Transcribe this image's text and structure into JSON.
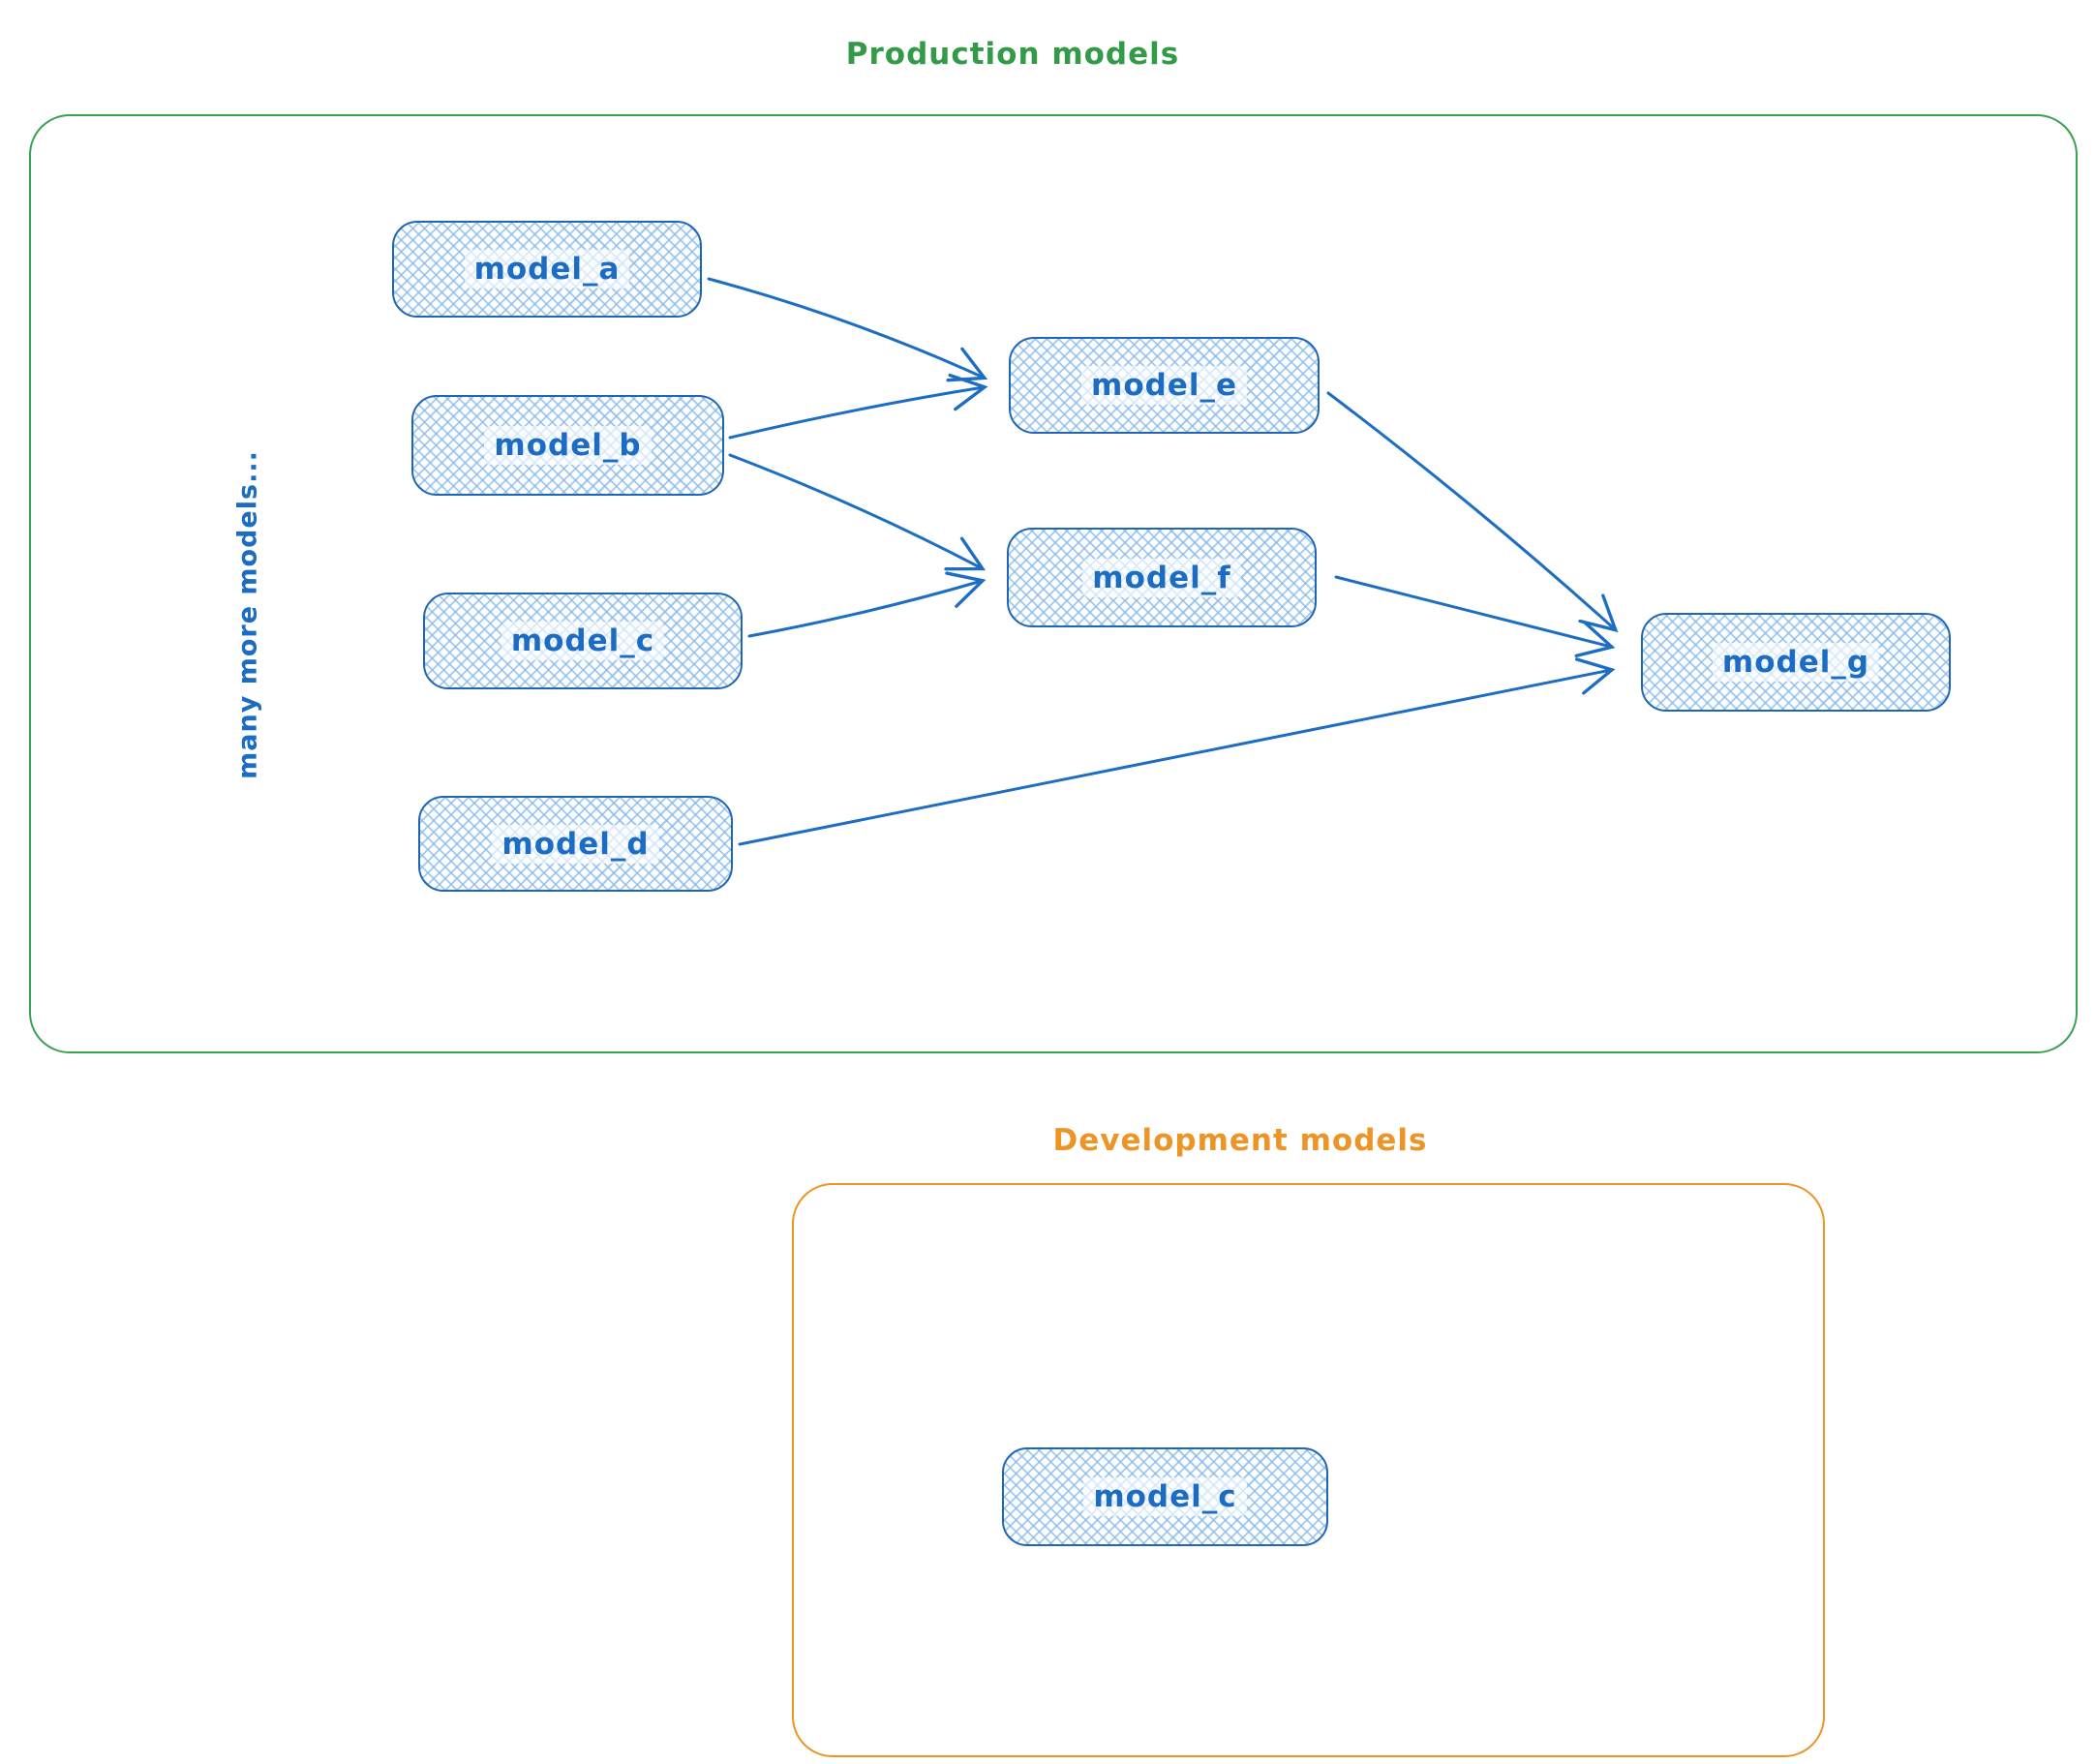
{
  "diagram": {
    "production": {
      "title": "Production models",
      "side_label": "many more models...",
      "nodes": {
        "a": "model_a",
        "b": "model_b",
        "c": "model_c",
        "d": "model_d",
        "e": "model_e",
        "f": "model_f",
        "g": "model_g"
      }
    },
    "development": {
      "title": "Development models",
      "nodes": {
        "c": "model_c"
      }
    },
    "edges": [
      {
        "from": "model_a",
        "to": "model_e"
      },
      {
        "from": "model_b",
        "to": "model_e"
      },
      {
        "from": "model_b",
        "to": "model_f"
      },
      {
        "from": "model_c",
        "to": "model_f"
      },
      {
        "from": "model_e",
        "to": "model_g"
      },
      {
        "from": "model_f",
        "to": "model_g"
      },
      {
        "from": "model_d",
        "to": "model_g"
      }
    ],
    "colors": {
      "production_border": "#3ba050",
      "production_title": "#339a47",
      "development_border": "#ec9426",
      "node_border": "#2166b4",
      "node_fill_hatch": "#a9cdef",
      "node_text": "#1b6cc2",
      "arrow": "#1d6dc2"
    }
  }
}
